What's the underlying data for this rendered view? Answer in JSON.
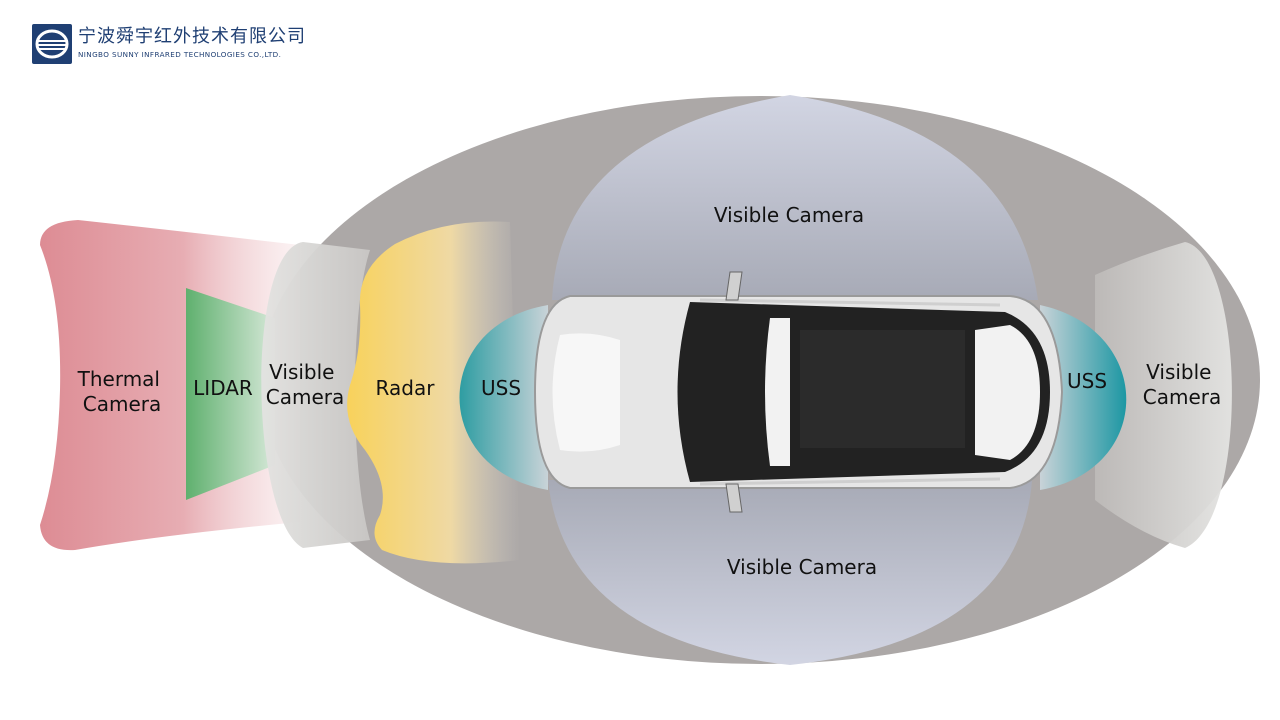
{
  "company": {
    "name_cn": "宁波舜宇红外技术有限公司",
    "name_en": "NINGBO SUNNY INFRARED TECHNOLOGIES CO.,LTD.",
    "brand_color": "#1f3f73"
  },
  "zones": {
    "thermal_camera": [
      "Thermal",
      "Camera"
    ],
    "lidar": "LIDAR",
    "visible_camera_front": [
      "Visible",
      "Camera"
    ],
    "radar": "Radar",
    "uss_front": "USS",
    "visible_camera_top": "Visible Camera",
    "visible_camera_bottom": "Visible Camera",
    "uss_rear": "USS",
    "visible_camera_rear": [
      "Visible",
      "Camera"
    ]
  },
  "colors": {
    "outer_ellipse": "#ada9a8",
    "thermal": "#e0949c",
    "lidar": "#6db87a",
    "radar": "#f7d46a",
    "uss": "#3aa3a8",
    "side_camera": "#b9bed0",
    "visible_camera": "#d9d9d7"
  },
  "icons": {
    "logo": "sunny-logo-icon",
    "car": "car-top-view-icon"
  }
}
